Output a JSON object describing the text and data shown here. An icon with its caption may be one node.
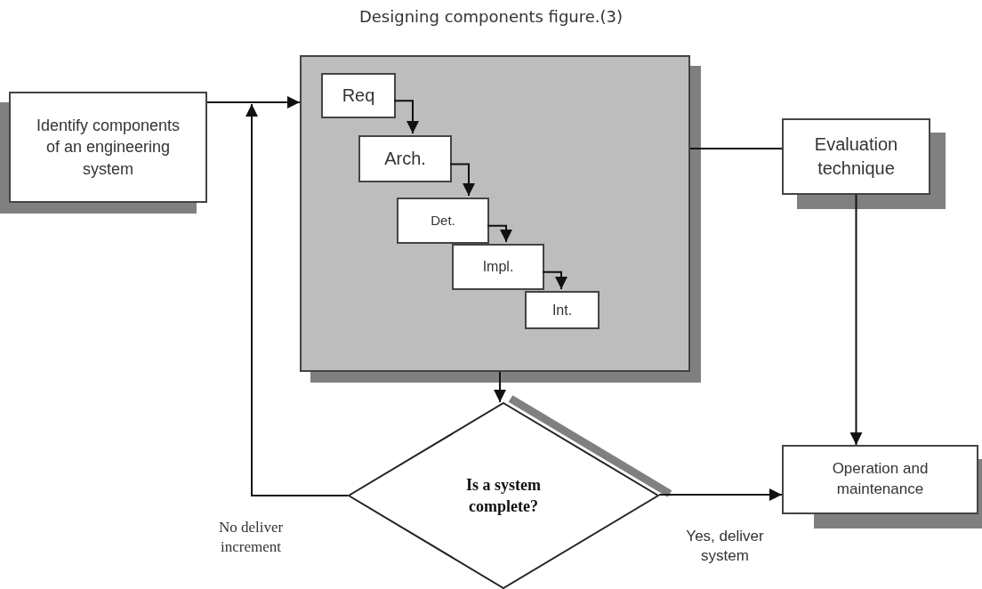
{
  "diagram": {
    "title": "Designing components figure.(3)",
    "nodes": [
      {
        "text": [
          "Identify components of an engineering system"
        ]
      },
      {
        "text": [],
        "shape": "box"
      },
      {
        "text": [
          "Req"
        ],
        "in": 1
      },
      {
        "text": [
          "Arch."
        ],
        "in": 1
      },
      {
        "text": [
          "Det."
        ],
        "in": 1
      },
      {
        "text": [
          "Impl."
        ],
        "in": 1
      },
      {
        "text": [
          "Int."
        ],
        "in": 1
      },
      {
        "text": [
          "Evaluation technique"
        ]
      },
      {
        "text": [
          "Is a system complete?"
        ]
      },
      {
        "text": [
          "Operation and maintenance"
        ]
      }
    ],
    "edges": [
      {
        "from": 0,
        "to": 1,
        "arrow": "to"
      },
      {
        "from": 8,
        "to": 1,
        "arrow": "to",
        "label": "No deliver increment"
      },
      {
        "from": 2,
        "to": 3,
        "arrow": "to"
      },
      {
        "from": 3,
        "to": 4,
        "arrow": "to"
      },
      {
        "from": 4,
        "to": 5,
        "arrow": "to"
      },
      {
        "from": 5,
        "to": 6,
        "arrow": "to"
      },
      {
        "from": 1,
        "to": 7,
        "arrow": "none"
      },
      {
        "from": 1,
        "to": 8,
        "arrow": "to"
      },
      {
        "from": 7,
        "to": 9,
        "arrow": "to"
      },
      {
        "from": 8,
        "to": 9,
        "arrow": "to",
        "label": "Yes, deliver system"
      }
    ]
  }
}
